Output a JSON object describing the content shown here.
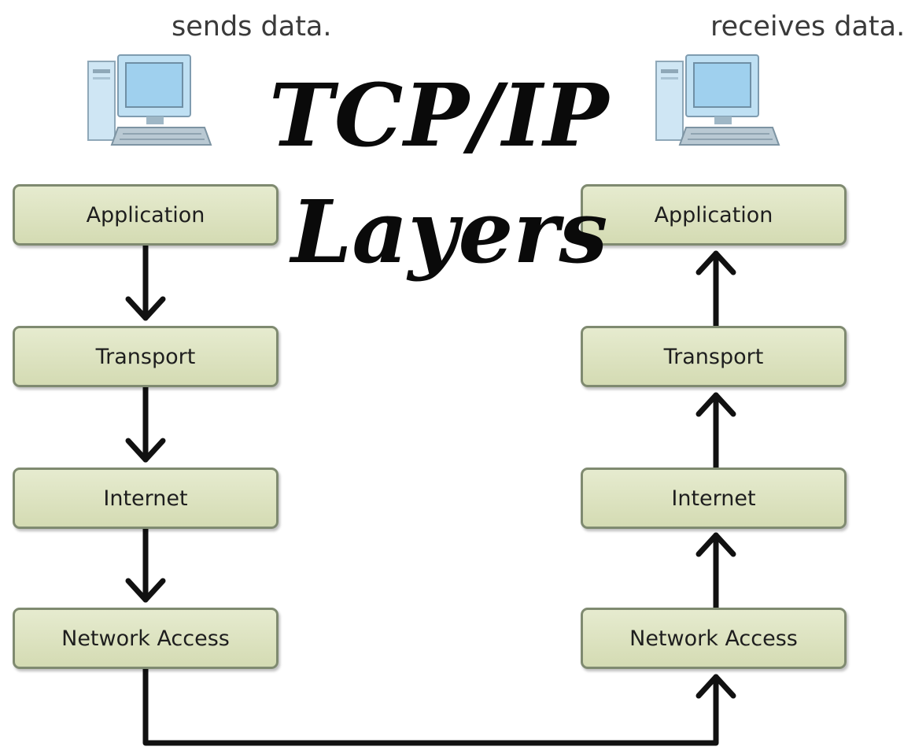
{
  "captions": {
    "sender": "sends data.",
    "receiver": "receives data."
  },
  "title": {
    "line1": "TCP/IP",
    "line2": "Layers"
  },
  "sender_layers": [
    "Application",
    "Transport",
    "Internet",
    "Network Access"
  ],
  "receiver_layers": [
    "Application",
    "Transport",
    "Internet",
    "Network Access"
  ],
  "colors": {
    "box_fill": "#dfe4c4",
    "box_border": "#7f8a70",
    "arrow": "#111111",
    "computer_screen": "#9fd0ee"
  },
  "icons": {
    "sender_computer": "desktop-computer-icon",
    "receiver_computer": "desktop-computer-icon"
  }
}
